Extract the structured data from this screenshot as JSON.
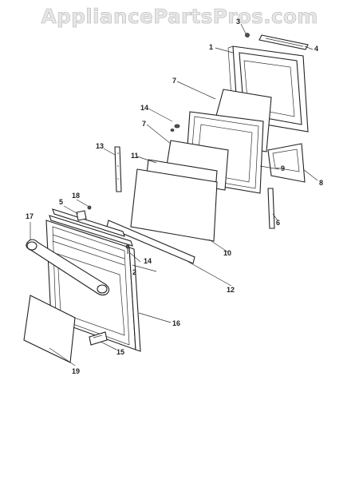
{
  "watermark": "AppliancePartsPros.com",
  "callouts": [
    {
      "id": "c1",
      "text": "1"
    },
    {
      "id": "c2",
      "text": "2"
    },
    {
      "id": "c3",
      "text": "3"
    },
    {
      "id": "c4",
      "text": "4"
    },
    {
      "id": "c5",
      "text": "5"
    },
    {
      "id": "c6",
      "text": "6"
    },
    {
      "id": "c7a",
      "text": "7"
    },
    {
      "id": "c7b",
      "text": "7"
    },
    {
      "id": "c8",
      "text": "8"
    },
    {
      "id": "c9",
      "text": "9"
    },
    {
      "id": "c10",
      "text": "10"
    },
    {
      "id": "c11",
      "text": "11"
    },
    {
      "id": "c12",
      "text": "12"
    },
    {
      "id": "c13",
      "text": "13"
    },
    {
      "id": "c14a",
      "text": "14"
    },
    {
      "id": "c14b",
      "text": "14"
    },
    {
      "id": "c15",
      "text": "15"
    },
    {
      "id": "c16",
      "text": "16"
    },
    {
      "id": "c17",
      "text": "17"
    },
    {
      "id": "c18",
      "text": "18"
    },
    {
      "id": "c19",
      "text": "19"
    }
  ]
}
